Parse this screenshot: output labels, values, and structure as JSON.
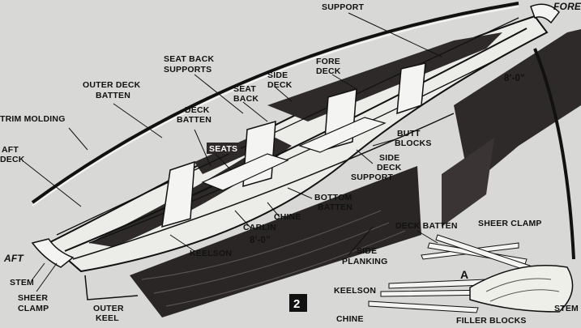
{
  "figure_number": "2",
  "detail_letter": "A",
  "labels": {
    "support_top": "SUPPORT",
    "fore": "FORE",
    "seat_back_supports_1": "SEAT BACK",
    "seat_back_supports_2": "SUPPORTS",
    "outer_deck_batten_1": "OUTER DECK",
    "outer_deck_batten_2": "BATTEN",
    "fore_deck_1": "FORE",
    "fore_deck_2": "DECK",
    "side_deck_1": "SIDE",
    "side_deck_2": "DECK",
    "seat_back_1": "SEAT",
    "seat_back_2": "BACK",
    "deck_batten_1": "DECK",
    "deck_batten_2": "BATTEN",
    "trim_molding": "TRIM MOLDING",
    "aft_deck_1": "AFT",
    "aft_deck_2": "DECK",
    "seats": "SEATS",
    "butt_blocks_1": "BUTT",
    "butt_blocks_2": "BLOCKS",
    "side_deck_support_1": "SIDE",
    "side_deck_support_2": "DECK",
    "side_deck_support_3": "SUPPORT",
    "bottom_batten_1": "BOTTOM",
    "bottom_batten_2": "BATTEN",
    "chine": "CHINE",
    "carlin": "CARLIN",
    "length_lower": "8'-0\"",
    "length_upper": "8'-0\"",
    "keelson": "KEELSON",
    "aft": "AFT",
    "stem": "STEM",
    "sheer_clamp_1": "SHEER",
    "sheer_clamp_2": "CLAMP",
    "outer_keel_1": "OUTER",
    "outer_keel_2": "KEEL",
    "side_planking_1": "SIDE",
    "side_planking_2": "PLANKING",
    "detail_deck_batten": "DECK BATTEN",
    "detail_sheer_clamp": "SHEER CLAMP",
    "detail_keelson": "KEELSON",
    "detail_chine": "CHINE",
    "detail_filler_blocks": "FILLER BLOCKS",
    "detail_stem": "STEM"
  },
  "colors": {
    "background": "#d8d8d6",
    "frame": "#f4f4f2",
    "dark_panel": "#2e2a2a",
    "line": "#111111"
  }
}
